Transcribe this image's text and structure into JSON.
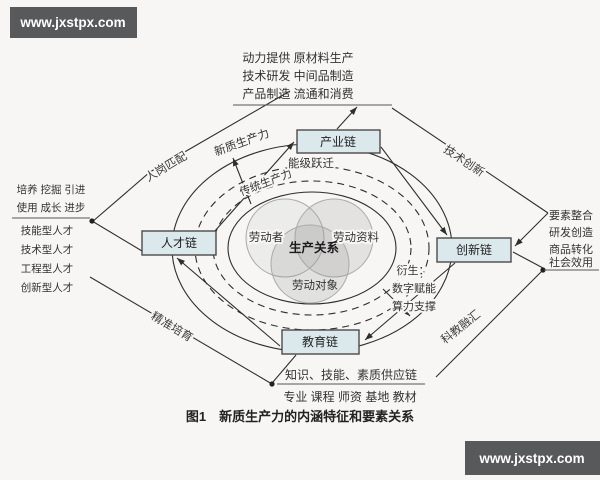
{
  "watermark": {
    "text": "www.jxstpx.com"
  },
  "caption": "图1　新质生产力的内涵特征和要素关系",
  "chains": {
    "industry": "产业链",
    "talent": "人才链",
    "innovation": "创新链",
    "education": "教育链"
  },
  "edge_labels": {
    "top_left": "人岗匹配",
    "top_right": "技术创新",
    "bottom_left": "精准培育",
    "bottom_right": "科教融汇"
  },
  "rings": {
    "outer": "新质生产力",
    "inner": "传统生产力",
    "transition": "能级跃迁",
    "derive_title": "衍生：",
    "derive_line1": "数字赋能",
    "derive_line2": "算力支撑"
  },
  "venn": {
    "left": "劳动者",
    "right": "劳动资料",
    "bottom": "劳动对象",
    "center": "生产关系"
  },
  "blocks": {
    "top": {
      "lines": [
        "动力提供 原材料生产",
        "技术研发 中间品制造",
        "产品制造 流通和消费"
      ]
    },
    "left": {
      "lines": [
        "培养 挖掘 引进",
        "使用 成长 进步"
      ],
      "items": [
        "技能型人才",
        "技术型人才",
        "工程型人才",
        "创新型人才"
      ]
    },
    "right": {
      "items": [
        "要素整合",
        "研发创造",
        "商品转化",
        "社会效用"
      ]
    },
    "bottom": {
      "title": "知识、技能、素质供应链",
      "line": "专业 课程 师资 基地 教材"
    }
  },
  "colors": {
    "background": "#f7f6f4",
    "chain_box_fill": "#dce9ec",
    "watermark_bg": "#58595b"
  }
}
